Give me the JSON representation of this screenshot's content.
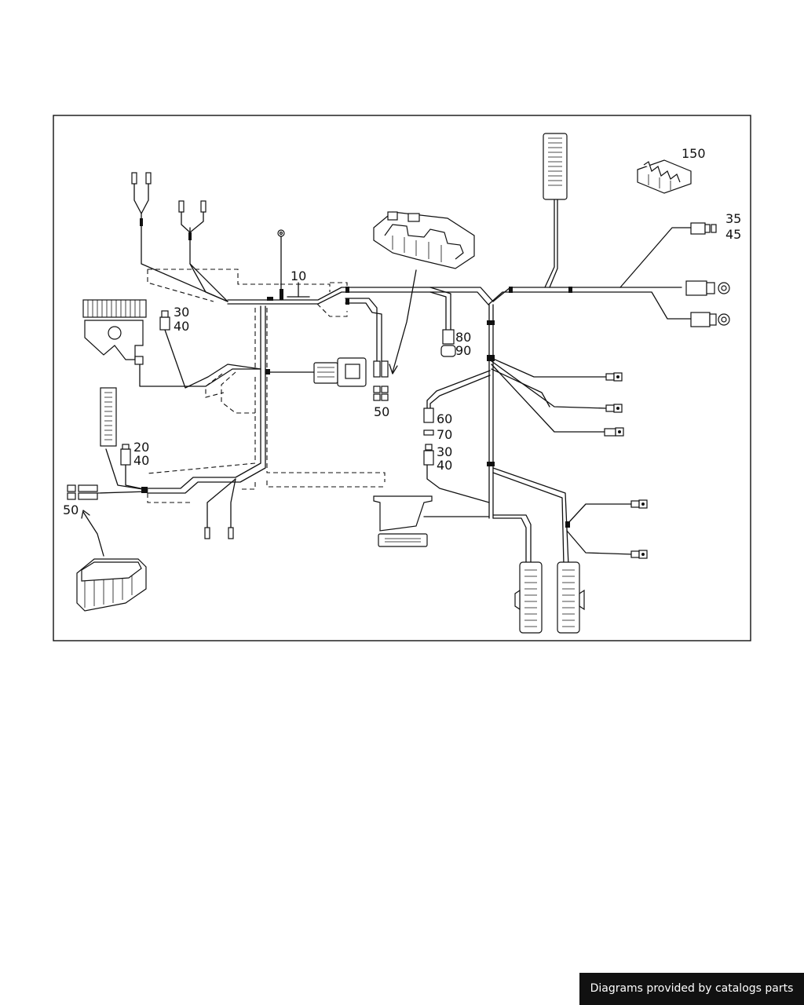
{
  "diagram": {
    "callouts": {
      "c10": "10",
      "c150": "150",
      "c35": "35",
      "c45": "45",
      "c30a": "30",
      "c40a": "40",
      "c80": "80",
      "c90": "90",
      "c50a": "50",
      "c60": "60",
      "c70": "70",
      "c30b": "30",
      "c40b": "40",
      "c20": "20",
      "c40c": "40",
      "c50b": "50"
    },
    "icons": [
      "connector-icon",
      "fuse-box-icon",
      "relay-icon",
      "ground-terminal-icon",
      "plug-icon",
      "control-unit-icon"
    ]
  },
  "footer": {
    "text": "Diagrams provided by catalogs parts"
  },
  "colors": {
    "line": "#111111",
    "background": "#ffffff",
    "footer_bg": "#111111",
    "footer_text": "#ffffff"
  }
}
